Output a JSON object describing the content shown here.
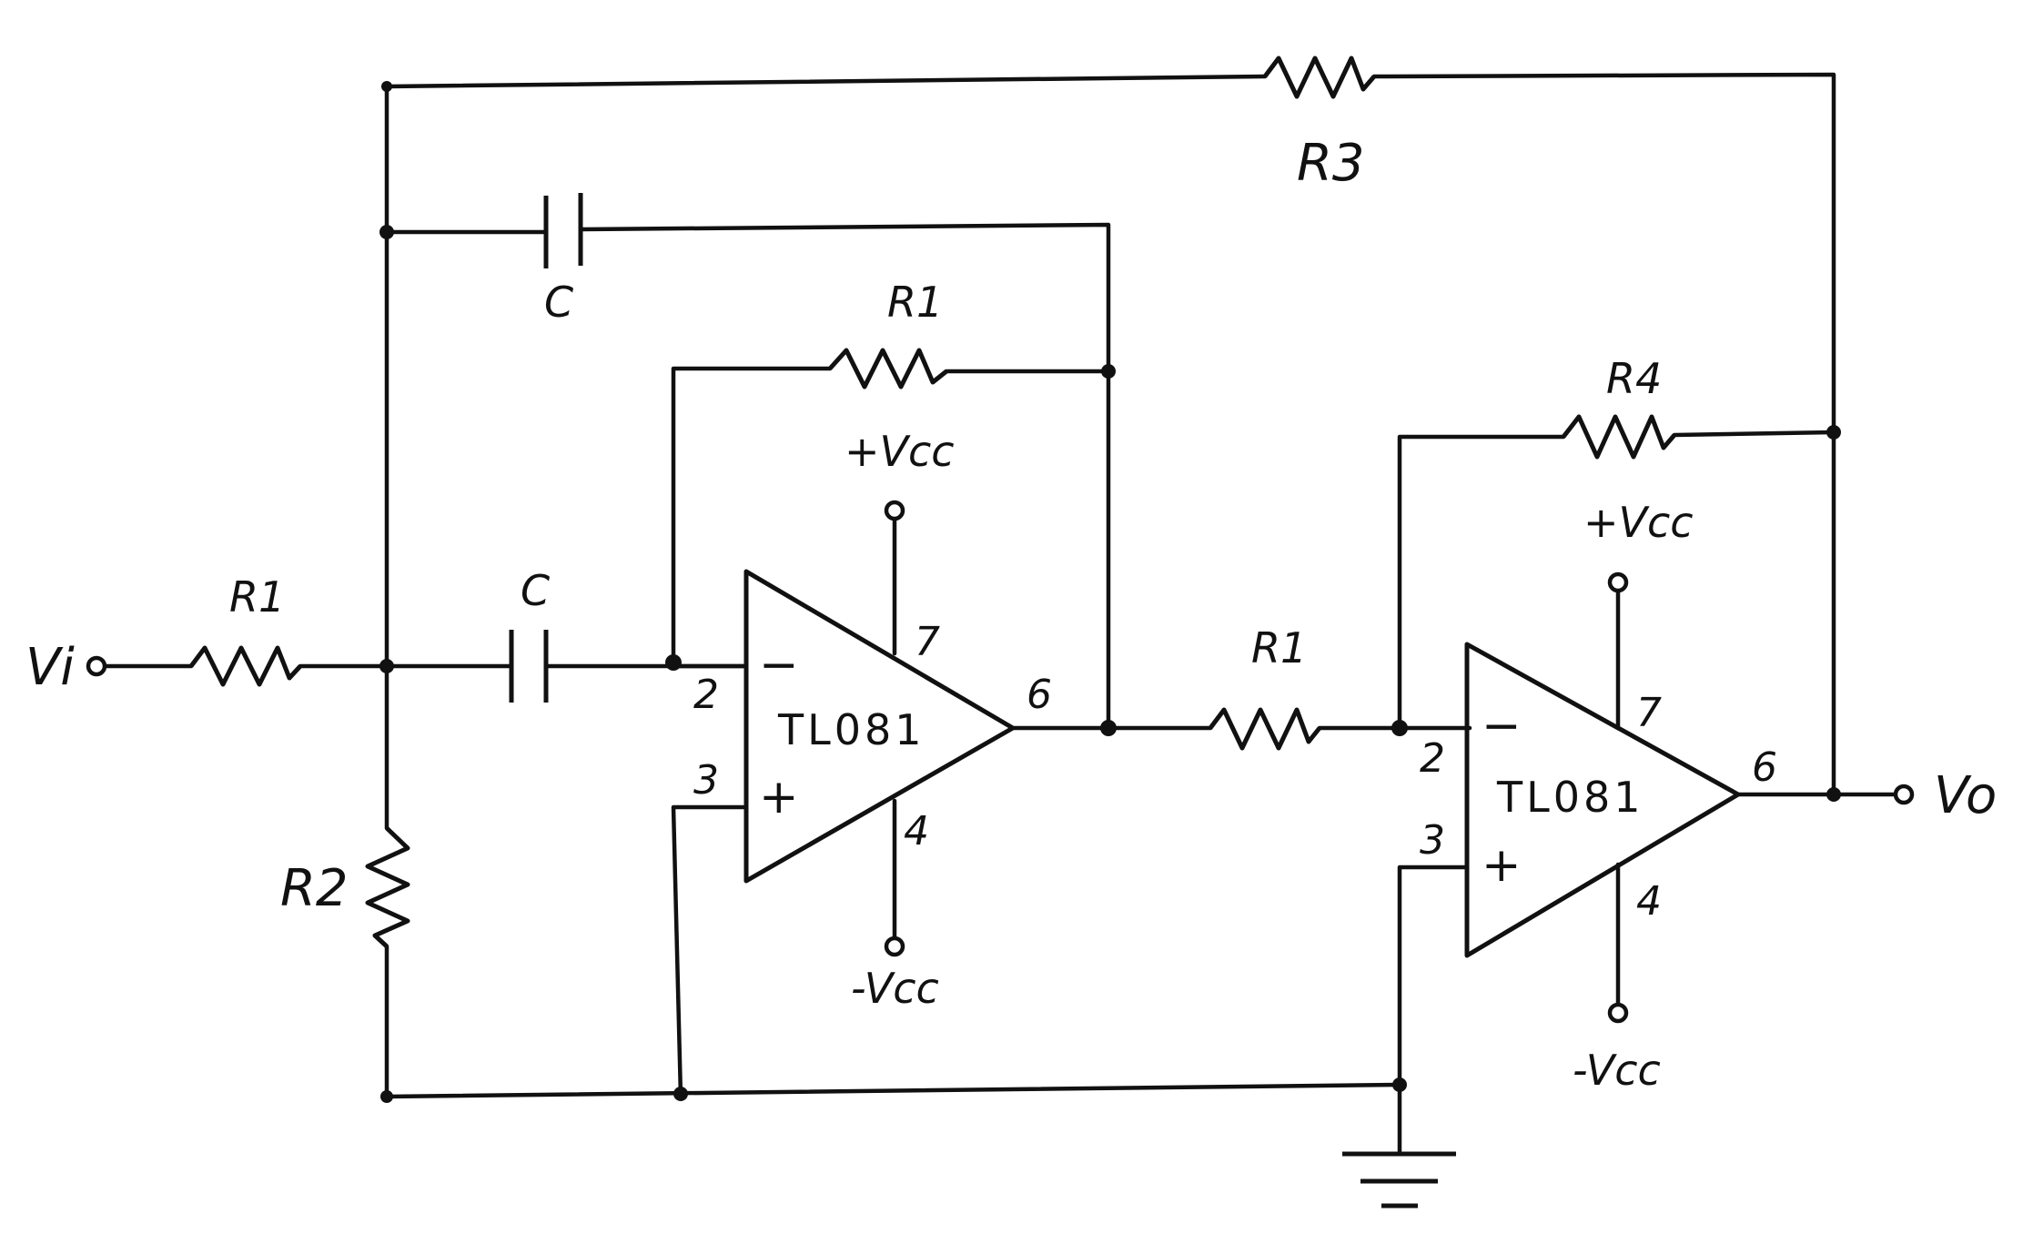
{
  "input_label": "Vi",
  "output_label": "Vo",
  "resistors": {
    "r1_input": "R1",
    "r1_feedback": "R1",
    "r1_stage2": "R1",
    "r2": "R2",
    "r3": "R3",
    "r4": "R4"
  },
  "capacitors": {
    "c_top": "C",
    "c_series": "C"
  },
  "opamp1": {
    "part": "TL081",
    "supply_pos": "+Vcc",
    "supply_neg": "-Vcc",
    "pin_inv": "2",
    "pin_noninv": "3",
    "pin_out": "6",
    "pin_vpos": "7",
    "pin_vneg": "4",
    "inv_sign": "−",
    "noninv_sign": "+"
  },
  "opamp2": {
    "part": "TL081",
    "supply_pos": "+Vcc",
    "supply_neg": "-Vcc",
    "pin_inv": "2",
    "pin_noninv": "3",
    "pin_out": "6",
    "pin_vpos": "7",
    "pin_vneg": "4",
    "inv_sign": "−",
    "noninv_sign": "+"
  },
  "colors": {
    "ink": "#111111",
    "paper": "#ffffff"
  }
}
